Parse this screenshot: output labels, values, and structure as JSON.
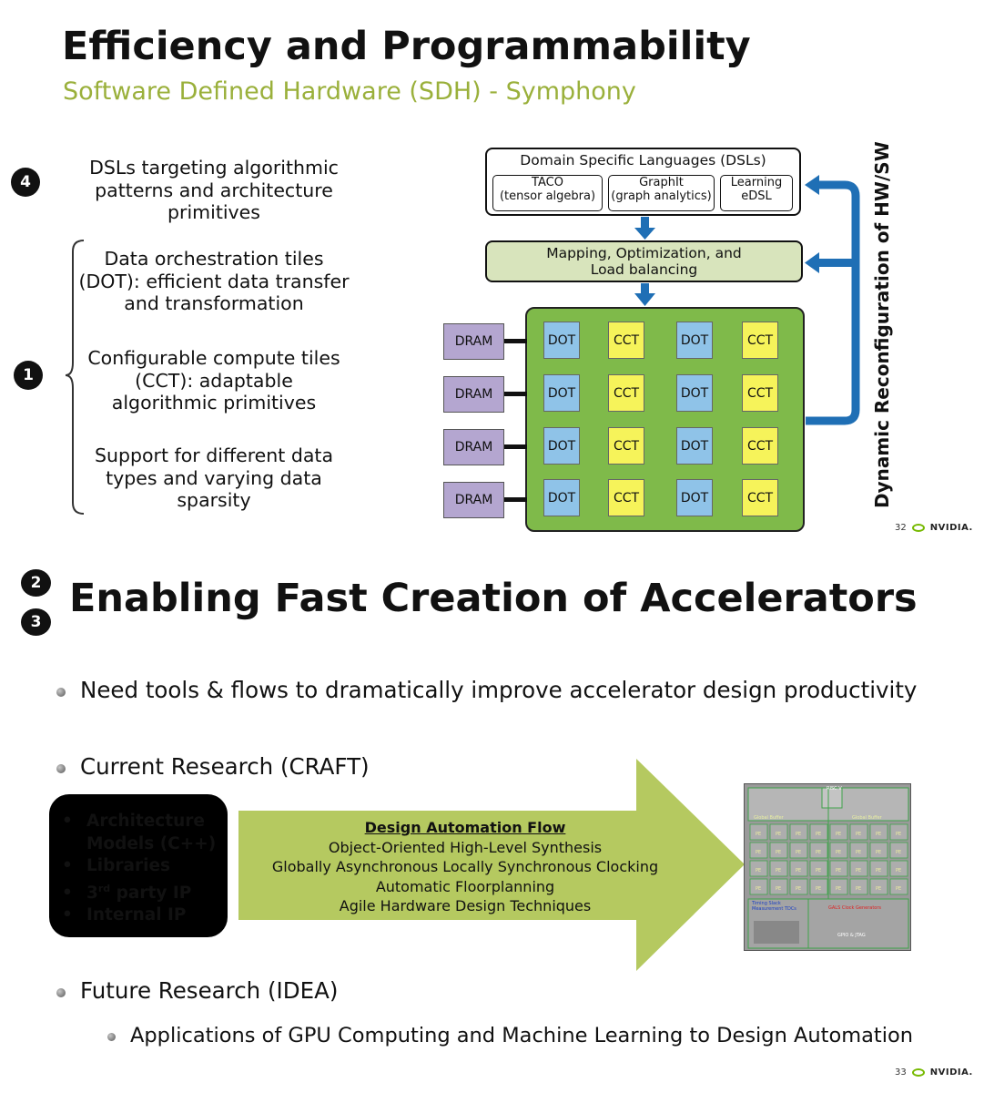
{
  "slide1": {
    "title": "Efficiency and Programmability",
    "subtitle": "Software Defined Hardware (SDH) - Symphony",
    "badge_4": "4",
    "badge_1": "1",
    "dsl_text": [
      "DSLs targeting algorithmic",
      "patterns and architecture",
      "primitives"
    ],
    "dot_text": [
      "Data orchestration tiles",
      "(DOT): efficient data transfer",
      "and transformation"
    ],
    "cct_text": [
      "Configurable compute tiles",
      "(CCT): adaptable",
      "algorithmic primitives"
    ],
    "support_text": [
      "Support for different data",
      "types and varying data",
      "sparsity"
    ],
    "diagram": {
      "dsl_title": "Domain Specific Languages (DSLs)",
      "dsl_boxes": [
        {
          "line1": "TACO",
          "line2": "(tensor algebra)"
        },
        {
          "line1": "GraphIt",
          "line2": "(graph analytics)"
        },
        {
          "line1": "Learning",
          "line2": "eDSL"
        }
      ],
      "mapping_line1": "Mapping, Optimization, and",
      "mapping_line2": "Load balancing",
      "dram_label": "DRAM",
      "tile_labels": [
        "DOT",
        "CCT",
        "DOT",
        "CCT"
      ],
      "vertical_label": "Dynamic Reconfiguration of HW/SW"
    },
    "page_number": "32",
    "brand": "NVIDIA."
  },
  "slide2": {
    "badge_2": "2",
    "badge_3": "3",
    "title": "Enabling Fast Creation of Accelerators",
    "bullet1": "Need tools & flows to dramatically improve accelerator design productivity",
    "bullet2": "Current Research (CRAFT)",
    "box_items": [
      "Architecture",
      "Models (C++)",
      "Libraries",
      "3rd party IP",
      "Internal IP"
    ],
    "flow_title": "Design Automation Flow",
    "flow_items": [
      "Object-Oriented High-Level Synthesis",
      "Globally Asynchronous Locally Synchronous Clocking",
      "Automatic Floorplanning",
      "Agile Hardware Design Techniques"
    ],
    "chip_labels": {
      "risc": "RISC V",
      "gb_left": "Global Buffer",
      "gb_right": "Global Buffer",
      "pe": "PE",
      "timing": "Timing Slack Measurement TDCs",
      "gals": "GALS Clock Generators",
      "gpio": "GPIO & JTAG"
    },
    "bullet3": "Future Research (IDEA)",
    "sub_bullet": "Applications of GPU Computing and Machine Learning to Design Automation",
    "page_number": "33",
    "brand": "NVIDIA."
  },
  "colors": {
    "subtitle_green": "#9ab03b",
    "arrow_green": "#b5c960",
    "blue_arrow": "#1f6fb5",
    "mapping_fill": "#d8e4bc",
    "grid_green": "#7fba4a",
    "dot_blue": "#8fc3e8",
    "cct_yellow": "#f6f35a",
    "dram_purple": "#b4a6d0",
    "nvidia_green": "#76b900"
  }
}
